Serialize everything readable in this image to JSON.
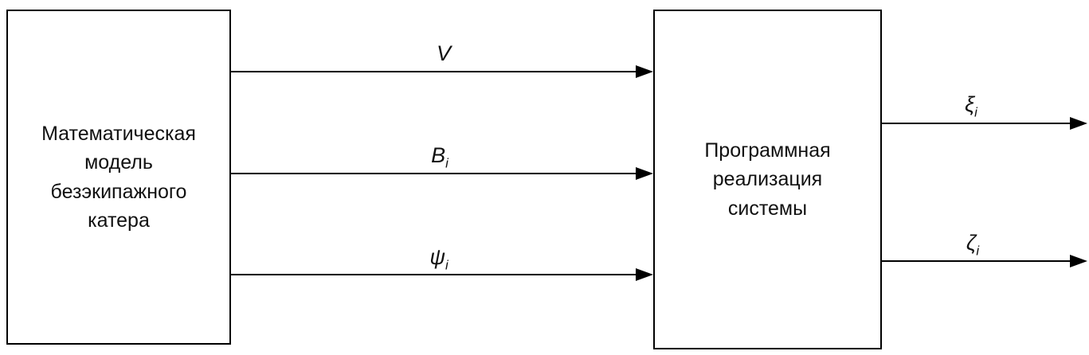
{
  "diagram": {
    "left_box": {
      "label": "Математическая\nмодель\nбезэкипажного\nкатера"
    },
    "right_box": {
      "label": "Программная\nреализация\nсистемы"
    },
    "inputs": [
      {
        "main": "V",
        "sub": ""
      },
      {
        "main": "B",
        "sub": "i"
      },
      {
        "main": "ψ",
        "sub": "i"
      }
    ],
    "outputs": [
      {
        "main": "ξ",
        "sub": "i"
      },
      {
        "main": "ζ",
        "sub": "i"
      }
    ],
    "colors": {
      "stroke": "#000000",
      "background": "#ffffff"
    }
  }
}
